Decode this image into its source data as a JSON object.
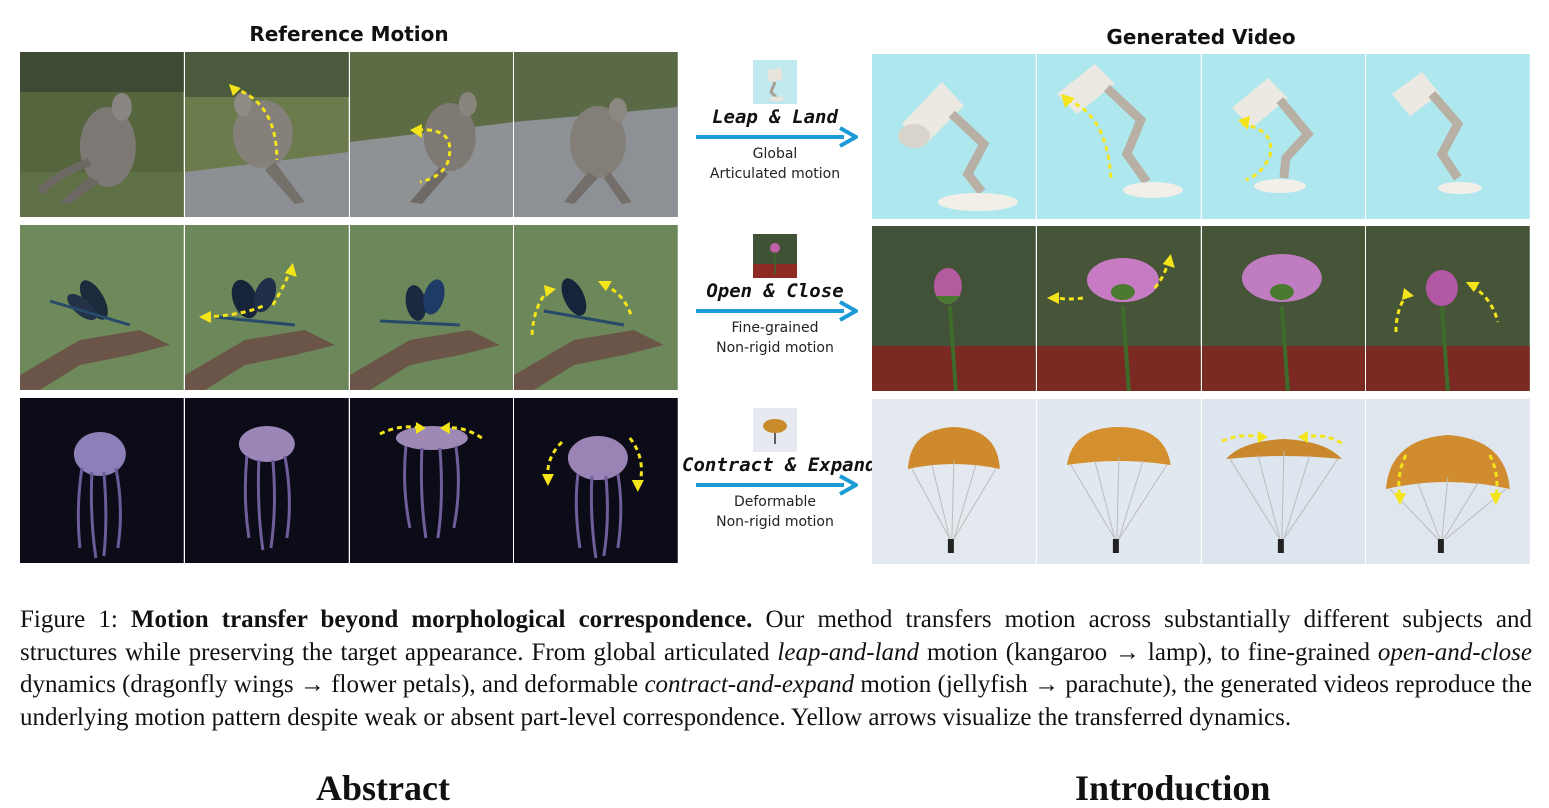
{
  "headers": {
    "reference": "Reference Motion",
    "generated": "Generated Video"
  },
  "motions": [
    {
      "name": "Leap & Land",
      "desc_line1": "Global",
      "desc_line2": "Articulated motion"
    },
    {
      "name": "Open & Close",
      "desc_line1": "Fine-grained",
      "desc_line2": "Non-rigid motion"
    },
    {
      "name": "Contract & Expand",
      "desc_line1": "Deformable",
      "desc_line2": "Non-rigid motion"
    }
  ],
  "caption": {
    "label": "Figure 1:",
    "title": "Motion transfer beyond morphological correspondence.",
    "t1": " Our method transfers motion across substantially different subjects and structures while preserving the target appearance. From global articulated ",
    "i1": "leap-and-land",
    "t2": " motion (kangaroo → lamp), to fine-grained ",
    "i2": "open-and-close",
    "t3": " dynamics (dragonfly wings → flower petals), and deformable ",
    "i3": "contract-and-expand",
    "t4": " motion (jellyfish → parachute), the generated videos reproduce the underlying motion pattern despite weak or absent part-level correspondence. Yellow arrows visualize the transferred dynamics."
  },
  "sections": {
    "abstract": "Abstract",
    "introduction": "Introduction"
  },
  "colors": {
    "arrow_blue": "#1d9bd7",
    "motion_arrow_yellow": "#f4e51a"
  }
}
